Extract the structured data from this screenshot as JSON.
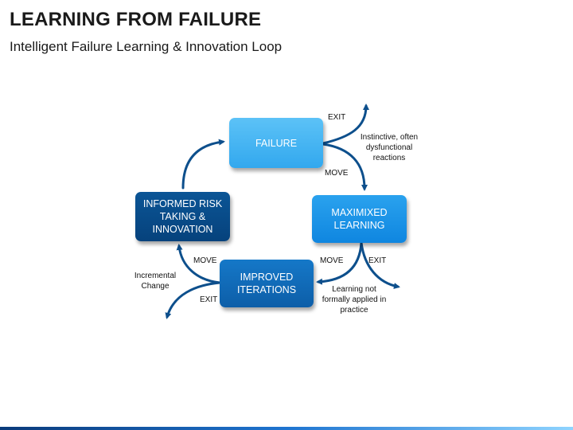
{
  "header": {
    "title": "LEARNING FROM FAILURE",
    "subtitle": "Intelligent Failure Learning & Innovation Loop"
  },
  "nodes": {
    "failure": "FAILURE",
    "maximized": "MAXIMIXED LEARNING",
    "improved": "IMPROVED ITERATIONS",
    "informed": "INFORMED RISK TAKING & INNOVATION"
  },
  "labels": {
    "exit_top": "EXIT",
    "move_top": "MOVE",
    "instinctive": "Instinctive, often dysfunctional reactions",
    "move_right": "MOVE",
    "exit_right": "EXIT",
    "not_applied": "Learning not formally applied in practice",
    "move_left": "MOVE",
    "exit_left": "EXIT",
    "incremental": "Incremental Change"
  },
  "colors": {
    "arrow": "#0d4f8c",
    "failure": "#45b6f3",
    "maximized": "#1b93e8",
    "improved": "#116bb8",
    "informed": "#084a89"
  }
}
